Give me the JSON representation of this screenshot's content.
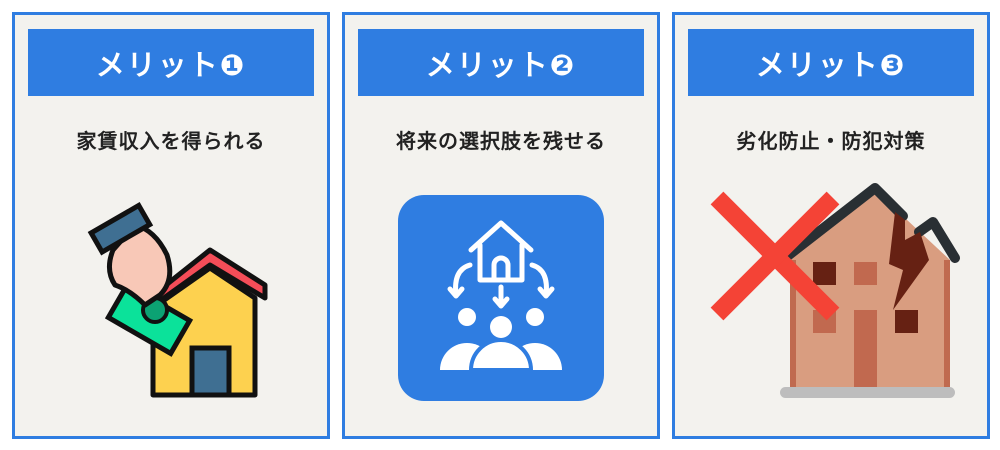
{
  "panels": [
    {
      "title": "メリット❶",
      "subtitle": "家賃収入を得られる",
      "icon": "hand-money-house-icon"
    },
    {
      "title": "メリット❷",
      "subtitle": "将来の選択肢を残せる",
      "icon": "family-options-icon"
    },
    {
      "title": "メリット❸",
      "subtitle": "劣化防止・防犯対策",
      "icon": "damaged-house-x-icon"
    }
  ],
  "colors": {
    "accent": "#2f7de1",
    "panel_bg": "#f3f2ee",
    "cross": "#f44336"
  }
}
